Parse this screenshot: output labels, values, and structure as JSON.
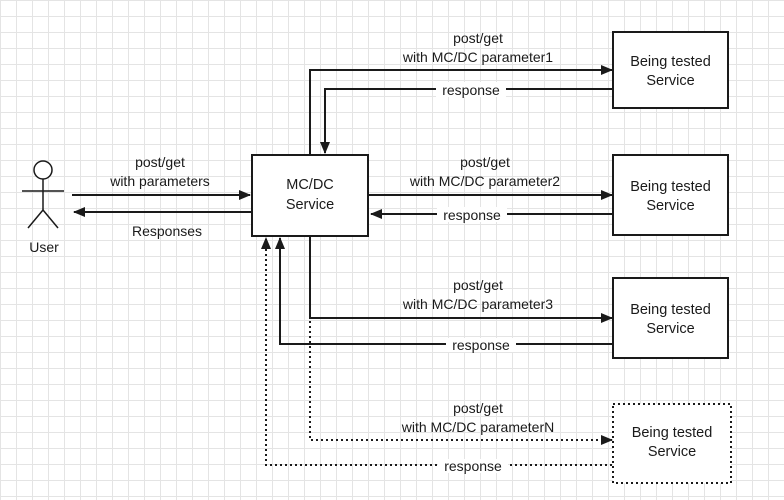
{
  "user": {
    "label": "User"
  },
  "user_flow": {
    "request_line1": "post/get",
    "request_line2": "with parameters",
    "response": "Responses"
  },
  "mcdc_service": {
    "line1": "MC/DC",
    "line2": "Service"
  },
  "services": [
    {
      "line1": "Being tested",
      "line2": "Service",
      "request_line1": "post/get",
      "request_line2": "with MC/DC parameter1",
      "response": "response",
      "style": "solid"
    },
    {
      "line1": "Being tested",
      "line2": "Service",
      "request_line1": "post/get",
      "request_line2": "with MC/DC parameter2",
      "response": "response",
      "style": "solid"
    },
    {
      "line1": "Being tested",
      "line2": "Service",
      "request_line1": "post/get",
      "request_line2": "with MC/DC parameter3",
      "response": "response",
      "style": "solid"
    },
    {
      "line1": "Being tested",
      "line2": "Service",
      "request_line1": "post/get",
      "request_line2": "with MC/DC parameterN",
      "response": "response",
      "style": "dotted"
    }
  ]
}
